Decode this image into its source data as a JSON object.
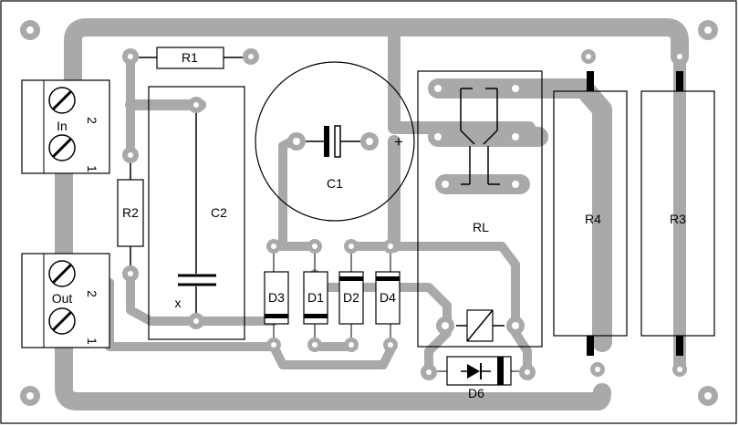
{
  "labels": {
    "r1": "R1",
    "r2": "R2",
    "r3": "R3",
    "r4": "R4",
    "c1": "C1",
    "c2": "C2",
    "c1_plus": "+",
    "c2_minus": "x",
    "rl": "RL",
    "d1": "D1",
    "d2": "D2",
    "d3": "D3",
    "d4": "D4",
    "d6": "D6",
    "in": "In",
    "out": "Out",
    "in_pin2": "2",
    "in_pin1": "1",
    "out_pin2": "2",
    "out_pin1": "1"
  },
  "colors": {
    "trace": "#a9a9a9",
    "ink": "#000000",
    "background": "#ffffff"
  }
}
